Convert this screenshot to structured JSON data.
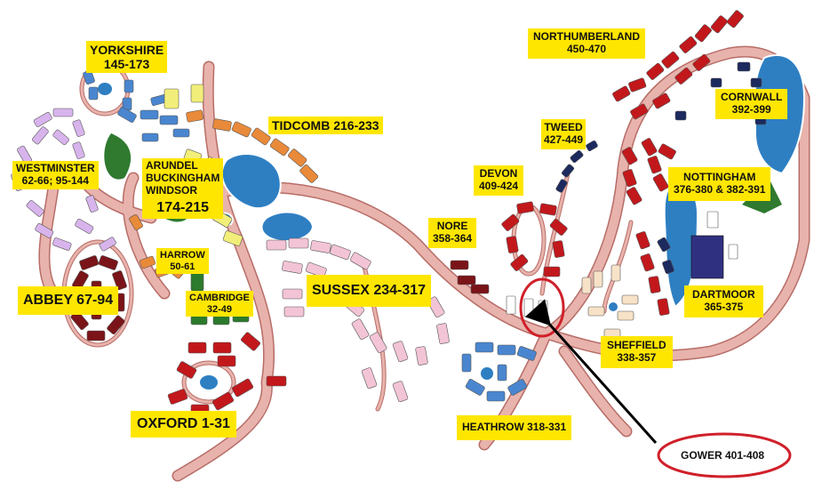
{
  "map": {
    "areas": [
      {
        "id": "yorkshire",
        "name": "YORKSHIRE",
        "range": "145-173"
      },
      {
        "id": "tidcomb",
        "name": "TIDCOMB 216-233",
        "range": ""
      },
      {
        "id": "westminster",
        "name": "WESTMINSTER",
        "range": "62-66; 95-144"
      },
      {
        "id": "arundel",
        "name": "ARUNDEL",
        "range": ""
      },
      {
        "id": "buckingham",
        "name": "BUCKINGHAM",
        "range": ""
      },
      {
        "id": "windsor",
        "name": "WINDSOR",
        "range": "174-215"
      },
      {
        "id": "harrow",
        "name": "HARROW",
        "range": "50-61"
      },
      {
        "id": "cambridge",
        "name": "CAMBRIDGE",
        "range": "32-49"
      },
      {
        "id": "abbey",
        "name": "ABBEY 67-94",
        "range": ""
      },
      {
        "id": "oxford",
        "name": "OXFORD 1-31",
        "range": ""
      },
      {
        "id": "sussex",
        "name": "SUSSEX 234-317",
        "range": ""
      },
      {
        "id": "nore",
        "name": "NORE",
        "range": "358-364"
      },
      {
        "id": "devon",
        "name": "DEVON",
        "range": "409-424"
      },
      {
        "id": "tweed",
        "name": "TWEED",
        "range": "427-449"
      },
      {
        "id": "northumberland",
        "name": "NORTHUMBERLAND",
        "range": "450-470"
      },
      {
        "id": "cornwall",
        "name": "CORNWALL",
        "range": "392-399"
      },
      {
        "id": "nottingham",
        "name": "NOTTINGHAM",
        "range": "376-380 & 382-391"
      },
      {
        "id": "dartmoor",
        "name": "DARTMOOR",
        "range": "365-375"
      },
      {
        "id": "sheffield",
        "name": "SHEFFIELD",
        "range": "338-357"
      },
      {
        "id": "heathrow",
        "name": "HEATHROW 318-331",
        "range": ""
      }
    ],
    "callout": {
      "label": "GOWER 401-408",
      "highlight_color": "#d0202a",
      "arrow_color": "#000000"
    },
    "colors": {
      "road": "#e8b3ac",
      "road_edge": "#b76d68",
      "water": "#2e7fc2",
      "grass": "#2f7a2f",
      "label_bg": "#ffe600",
      "red": "#c2181c",
      "dark_red": "#7a1418",
      "blue": "#4a86cf",
      "navy": "#1c2a5e",
      "pink": "#f2c4d6",
      "lavender": "#d8b4ec",
      "orange": "#e98a3a",
      "yellow": "#f2ee7a",
      "green": "#2c7a2c"
    }
  }
}
